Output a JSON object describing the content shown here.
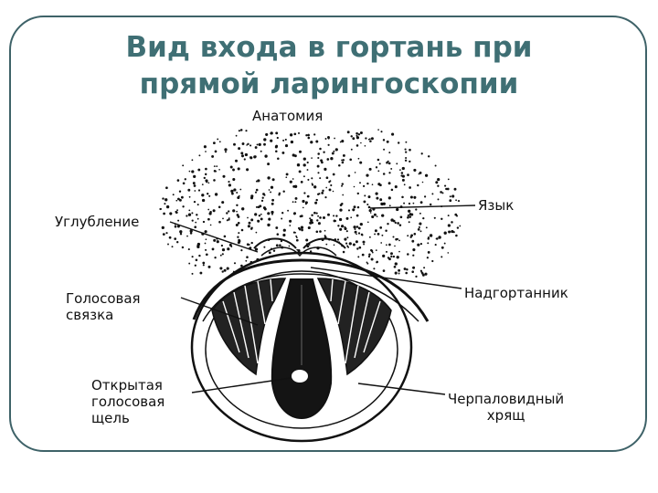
{
  "slide": {
    "title_line1": "Вид входа в гортань при",
    "title_line2": "прямой ларингоскопии",
    "accent_color": "#3f6f74"
  },
  "diagram": {
    "heading": "Анатомия",
    "labels": {
      "depression": "Углубление",
      "vocal_cord_1": "Голосовая",
      "vocal_cord_2": "связка",
      "open_glottis_1": "Открытая",
      "open_glottis_2": "голосовая",
      "open_glottis_3": "щель",
      "tongue": "Язык",
      "epiglottis": "Надгортанник",
      "arytenoid_1": "Черпаловидный",
      "arytenoid_2": "хрящ"
    }
  }
}
